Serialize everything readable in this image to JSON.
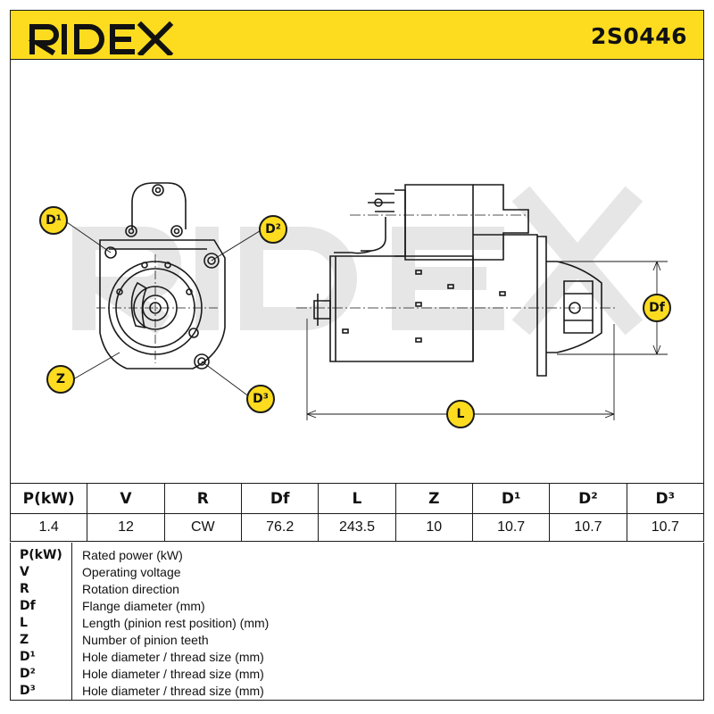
{
  "header": {
    "brand": "RIDEX",
    "part_number": "2S0446",
    "background_color": "#fddc20"
  },
  "drawing": {
    "watermark": "RIDEX",
    "labels": {
      "d1": "D¹",
      "d2": "D²",
      "d3": "D³",
      "z": "Z",
      "df": "Df",
      "l": "L"
    }
  },
  "specs": {
    "headers": [
      "P(kW)",
      "V",
      "R",
      "Df",
      "L",
      "Z",
      "D¹",
      "D²",
      "D³"
    ],
    "values": [
      "1.4",
      "12",
      "CW",
      "76.2",
      "243.5",
      "10",
      "10.7",
      "10.7",
      "10.7"
    ]
  },
  "legend": [
    {
      "key": "P(kW)",
      "desc": "Rated power (kW)"
    },
    {
      "key": "V",
      "desc": "Operating voltage"
    },
    {
      "key": "R",
      "desc": "Rotation direction"
    },
    {
      "key": "Df",
      "desc": "Flange diameter (mm)"
    },
    {
      "key": "L",
      "desc": "Length (pinion rest position) (mm)"
    },
    {
      "key": "Z",
      "desc": "Number of pinion teeth"
    },
    {
      "key": "D¹",
      "desc": "Hole diameter / thread size (mm)"
    },
    {
      "key": "D²",
      "desc": "Hole diameter / thread size (mm)"
    },
    {
      "key": "D³",
      "desc": "Hole diameter / thread size (mm)"
    }
  ]
}
